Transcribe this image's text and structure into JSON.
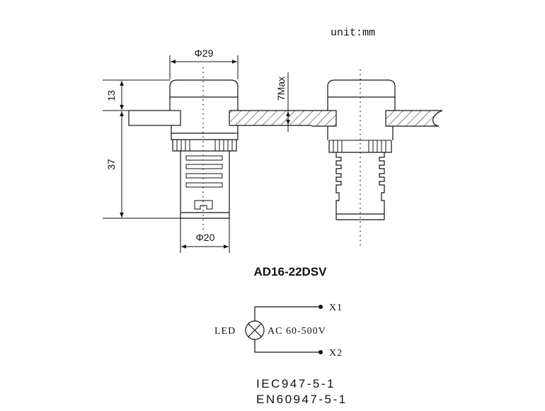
{
  "unit_label": "unit:mm",
  "dimensions": {
    "cap_diameter": "Φ29",
    "body_diameter": "Φ20",
    "cap_height": "13",
    "body_length": "37",
    "panel_thickness": "7Max"
  },
  "model": "AD16-22DSV",
  "circuit": {
    "component": "LED",
    "voltage": "AC 60-500V",
    "terminal_1": "X1",
    "terminal_2": "X2"
  },
  "standards": [
    "IEC947-5-1",
    "EN60947-5-1"
  ]
}
